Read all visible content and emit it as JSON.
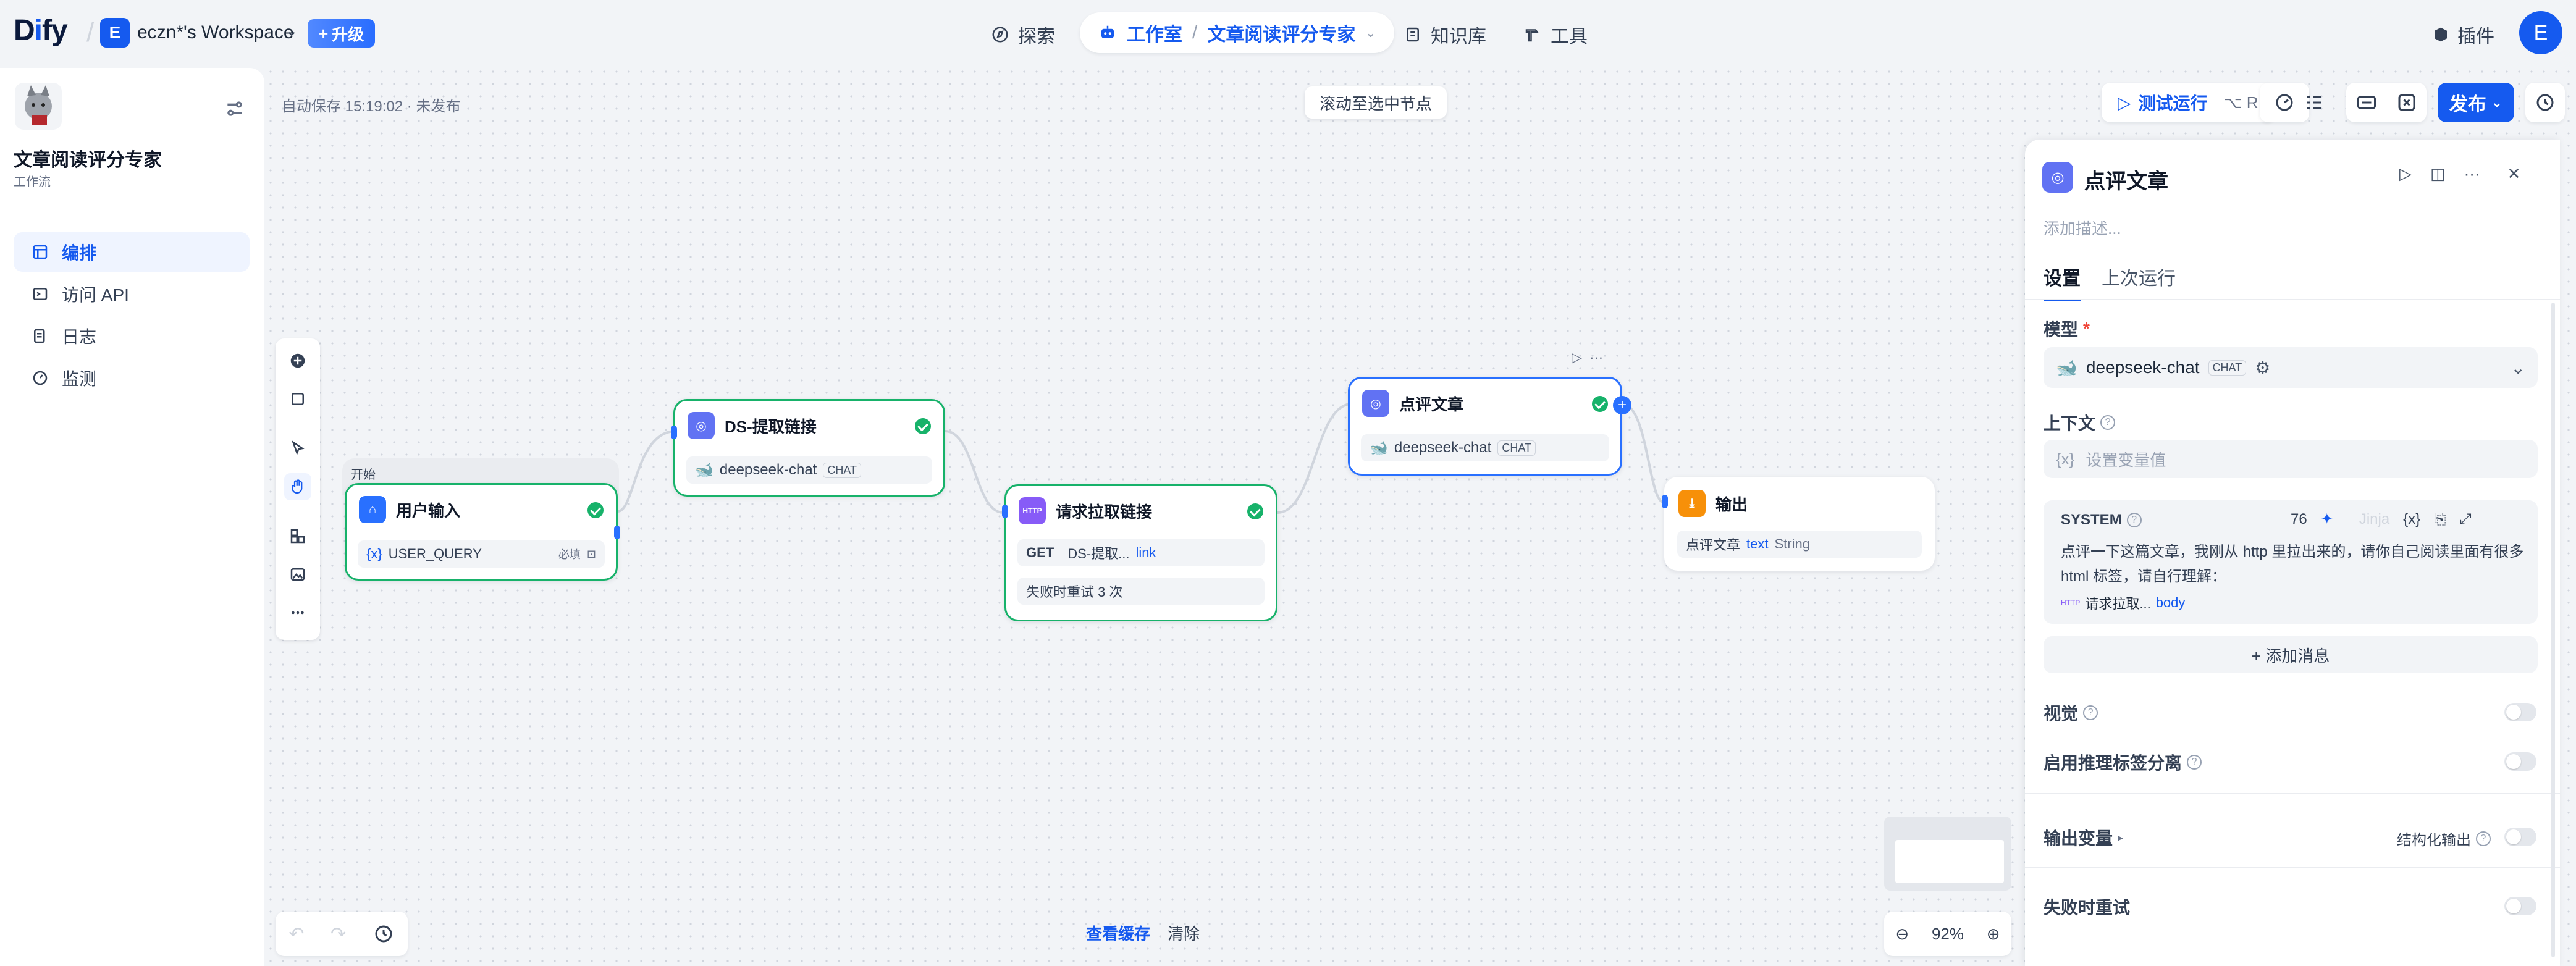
{
  "topbar": {
    "logo": "Dify",
    "workspace_initial": "E",
    "workspace_name": "eczn*'s Workspace",
    "upgrade": "升级",
    "nav": {
      "explore": "探索",
      "studio": "工作室",
      "app": "文章阅读评分专家",
      "knowledge": "知识库",
      "tools": "工具"
    },
    "plugins": "插件",
    "user_initial": "E"
  },
  "sidebar": {
    "title": "文章阅读评分专家",
    "subtitle": "工作流",
    "items": [
      {
        "label": "编排",
        "icon": "layout-icon",
        "active": true
      },
      {
        "label": "访问 API",
        "icon": "terminal-icon",
        "active": false
      },
      {
        "label": "日志",
        "icon": "file-list-icon",
        "active": false
      },
      {
        "label": "监测",
        "icon": "dashboard-icon",
        "active": false
      }
    ]
  },
  "canvas": {
    "autosave": "自动保存 15:19:02 · 未发布",
    "scroll_btn": "滚动至选中节点",
    "run": {
      "label": "测试运行",
      "kbd": "⌥ R"
    },
    "publish": "发布",
    "bottom": {
      "view_cache": "查看缓存",
      "clear": "清除"
    },
    "zoom": "92%"
  },
  "nodes": {
    "start": {
      "tab": "开始",
      "title": "用户输入",
      "var": "USER_QUERY",
      "required": "必填"
    },
    "ds_extract": {
      "title": "DS-提取链接",
      "model": "deepseek-chat",
      "tag": "CHAT"
    },
    "http": {
      "title": "请求拉取链接",
      "method": "GET",
      "ref_node": "DS-提取...",
      "ref_var": "link",
      "retry": "失败时重试 3 次"
    },
    "review": {
      "title": "点评文章",
      "model": "deepseek-chat",
      "tag": "CHAT"
    },
    "output": {
      "title": "输出",
      "ref_node": "点评文章",
      "ref_var": "text",
      "type": "String"
    }
  },
  "panel": {
    "title": "点评文章",
    "desc_placeholder": "添加描述...",
    "tabs": [
      "设置",
      "上次运行"
    ],
    "model_label": "模型",
    "model_name": "deepseek-chat",
    "model_tag": "CHAT",
    "context_label": "上下文",
    "context_placeholder": "设置变量值",
    "system": {
      "label": "SYSTEM",
      "count": "76",
      "jinja": "Jinja",
      "text": "点评一下这篇文章，我刚从 http 里拉出来的，请你自己阅读里面有很多 html 标签，请自行理解：",
      "ref_node": "请求拉取...",
      "ref_var": "body"
    },
    "add_message": "+ 添加消息",
    "vision": "视觉",
    "reasoning": "启用推理标签分离",
    "output_vars": "输出变量",
    "structured": "结构化输出",
    "retry": "失败时重试"
  },
  "colors": {
    "accent": "#155aef",
    "success": "#17b26a",
    "llm": "#6172f3",
    "http": "#875bf7",
    "end": "#f79009"
  }
}
